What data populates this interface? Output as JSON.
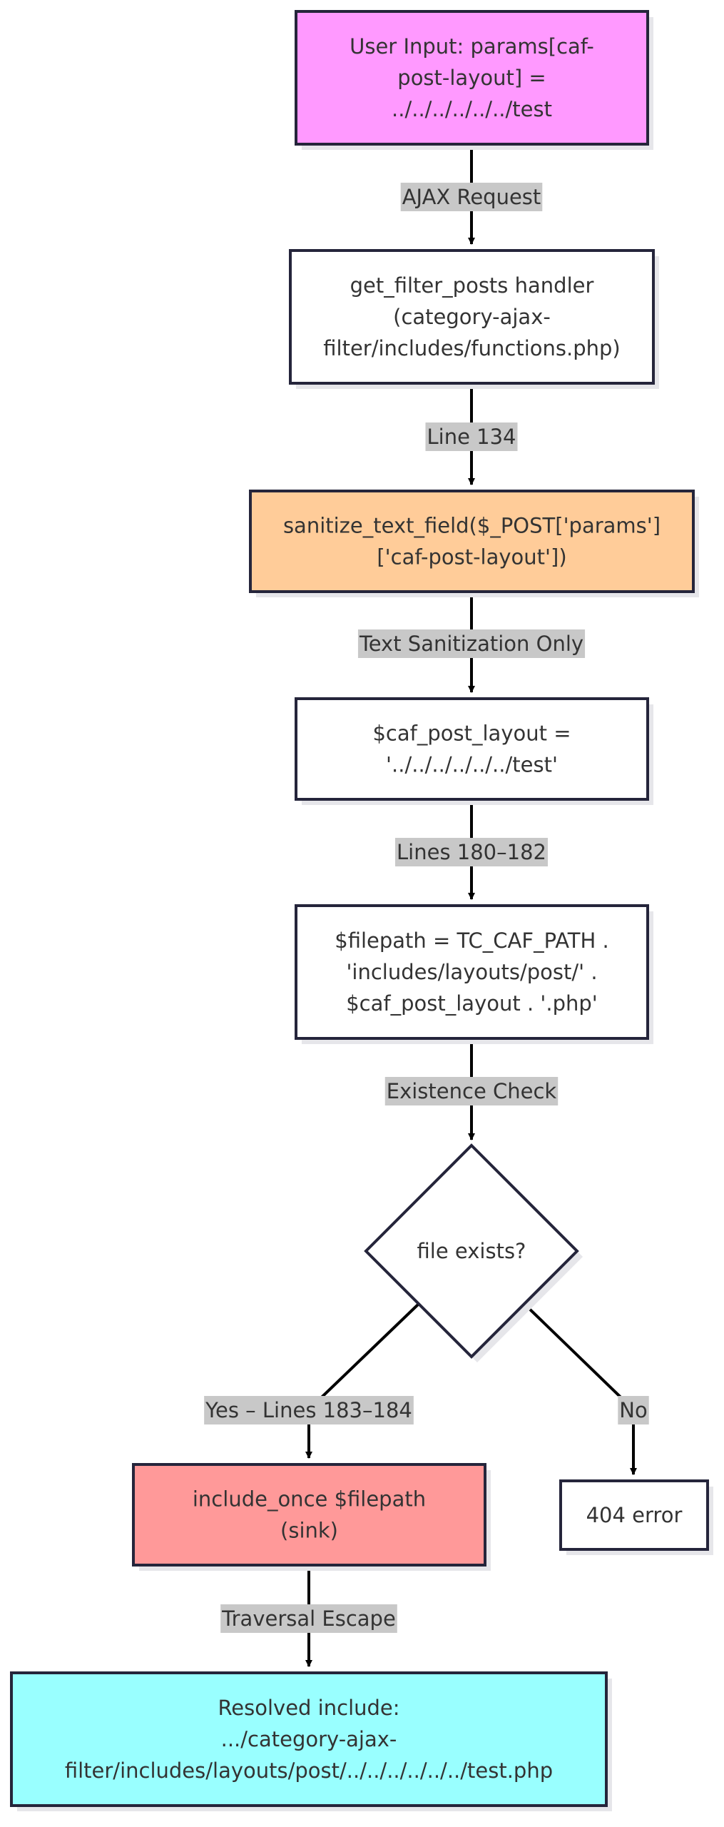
{
  "colors": {
    "border": "#25253b",
    "shadow": "#e6e6ea",
    "edge": "#000000",
    "edge_label_bg": "#c8c8c8",
    "text": "#333333",
    "default_fill": "#ffffff",
    "input_fill": "#ff99ff",
    "sanitize_fill": "#ffcc99",
    "sink_fill": "#ff9999",
    "result_fill": "#99ffff"
  },
  "nodes": {
    "user_input": {
      "lines": [
        "User Input: params[caf-",
        "post-layout] =",
        "../../../../../../test"
      ]
    },
    "handler": {
      "lines": [
        "get_filter_posts handler",
        "(category-ajax-",
        "filter/includes/functions.php)"
      ]
    },
    "sanitize": {
      "lines": [
        "sanitize_text_field($_POST['params']",
        "['caf-post-layout'])"
      ]
    },
    "assign_layout": {
      "lines": [
        "$caf_post_layout =",
        "'../../../../../../test'"
      ]
    },
    "filepath": {
      "lines": [
        "$filepath = TC_CAF_PATH .",
        "'includes/layouts/post/' .",
        "$caf_post_layout . '.php'"
      ]
    },
    "decision": {
      "lines": [
        "file exists?"
      ]
    },
    "include": {
      "lines": [
        "include_once $filepath",
        "(sink)"
      ]
    },
    "not_found": {
      "lines": [
        "404 error"
      ]
    },
    "resolved": {
      "lines": [
        "Resolved include:",
        ".../category-ajax-",
        "filter/includes/layouts/post/../../../../../../test.php"
      ]
    }
  },
  "edges": {
    "ajax": {
      "label": "AJAX Request"
    },
    "line134": {
      "label": "Line 134"
    },
    "text_sanitization": {
      "label": "Text Sanitization Only"
    },
    "lines180": {
      "label": "Lines 180–182"
    },
    "existence": {
      "label": "Existence Check"
    },
    "yes": {
      "label": "Yes – Lines 183–184"
    },
    "no": {
      "label": "No"
    },
    "traversal": {
      "label": "Traversal Escape"
    }
  }
}
